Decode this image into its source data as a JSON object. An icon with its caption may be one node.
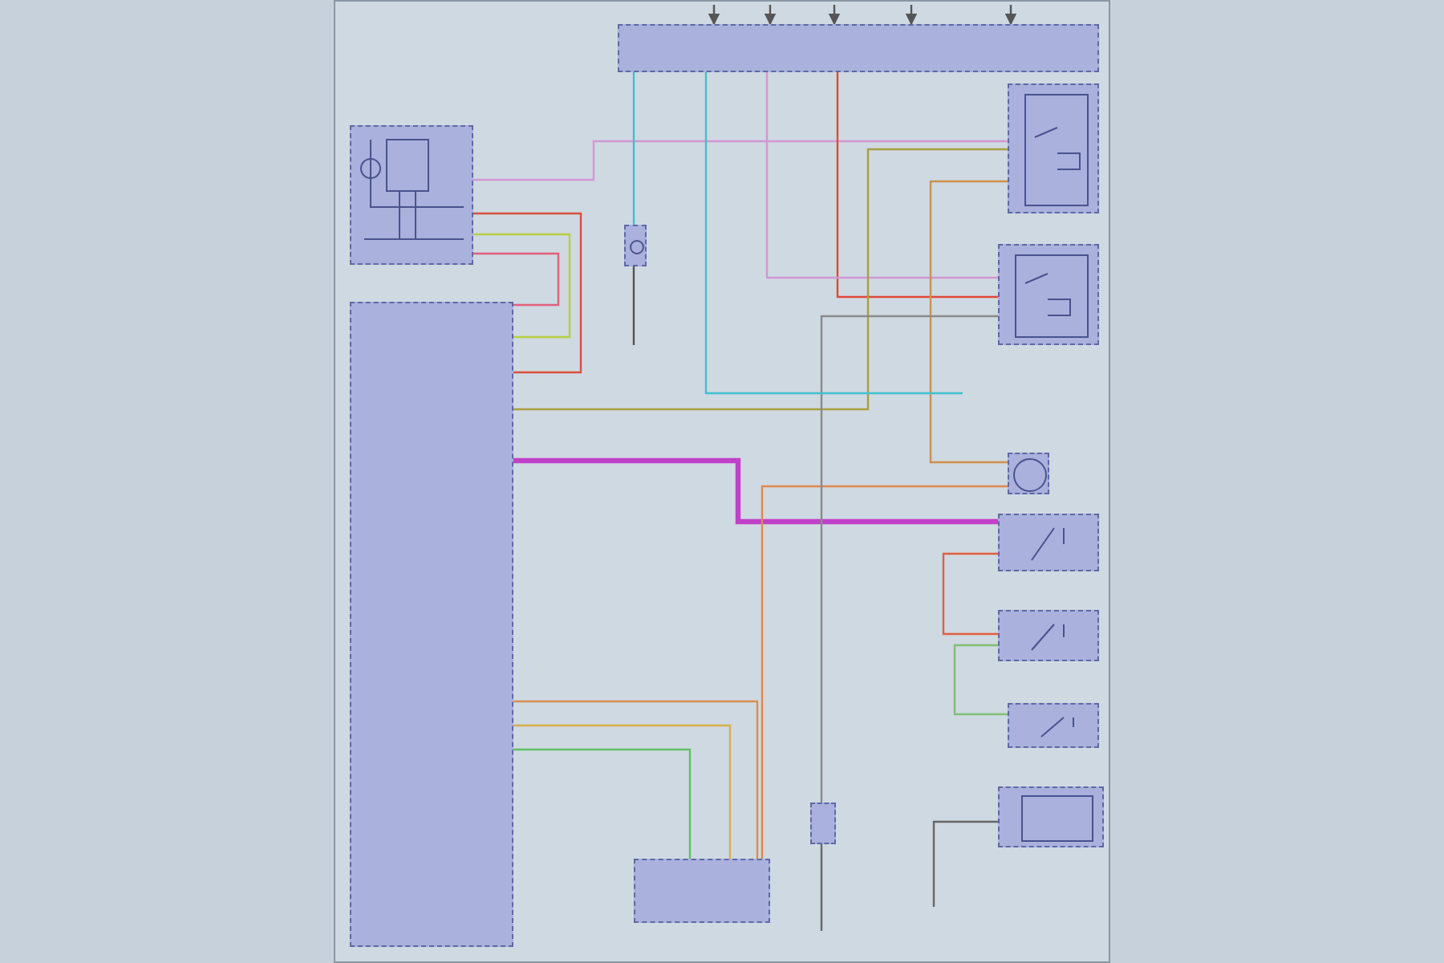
{
  "diagram": {
    "nodes": [
      {
        "text": [],
        "shape": "box"
      },
      {
        "text": [],
        "shape": "box"
      },
      {
        "text": [],
        "shape": "box"
      },
      {
        "text": [],
        "shape": "box"
      },
      {
        "text": [],
        "shape": "box"
      },
      {
        "text": [],
        "shape": "box"
      },
      {
        "text": [],
        "shape": "box"
      },
      {
        "text": [],
        "shape": "box"
      },
      {
        "text": [],
        "shape": "box"
      },
      {
        "text": [],
        "shape": "box"
      },
      {
        "text": [],
        "shape": "box"
      },
      {
        "text": [],
        "shape": "box"
      },
      {
        "text": [],
        "shape": "box"
      }
    ],
    "edges": [
      {
        "from": 3,
        "to": 4,
        "arrow": "none",
        "color": "#d8503c"
      },
      {
        "from": 3,
        "to": 4,
        "arrow": "none",
        "color": "#b8d040"
      },
      {
        "from": 3,
        "to": 4,
        "arrow": "none",
        "color": "#e0607a"
      },
      {
        "from": 3,
        "to": 1,
        "arrow": "none",
        "color": "#d496d4"
      },
      {
        "from": 0,
        "to": 5,
        "arrow": "none",
        "color": "#40c0d0"
      },
      {
        "from": 0,
        "to": 2,
        "arrow": "none",
        "color": "#e04838"
      },
      {
        "from": 0,
        "to": 2,
        "arrow": "none",
        "color": "#d496d4"
      },
      {
        "from": 1,
        "to": 4,
        "arrow": "none",
        "color": "#a8a040"
      },
      {
        "from": 1,
        "to": 6,
        "arrow": "none",
        "color": "#d09048"
      },
      {
        "from": 4,
        "to": 7,
        "arrow": "none",
        "style": "thick",
        "color": "#c040c8"
      },
      {
        "from": 6,
        "to": 11,
        "arrow": "none",
        "color": "#e08850"
      },
      {
        "from": 4,
        "to": 11,
        "arrow": "none",
        "color": "#d8b048"
      },
      {
        "from": 4,
        "to": 11,
        "arrow": "none",
        "color": "#60c060"
      },
      {
        "from": 4,
        "to": 11,
        "arrow": "none",
        "color": "#d89050"
      },
      {
        "from": 7,
        "to": 8,
        "arrow": "none",
        "color": "#e06040"
      },
      {
        "from": 8,
        "to": 9,
        "arrow": "none",
        "color": "#80c070"
      },
      {
        "from": 12,
        "to": 2,
        "arrow": "none",
        "color": "#8a8a8a"
      },
      {
        "from": 0,
        "to": null,
        "arrow": "none",
        "color": "#40c0d0"
      },
      {
        "from": 5,
        "to": null,
        "arrow": "none",
        "color": "#555555"
      },
      {
        "from": 10,
        "to": null,
        "arrow": "none",
        "color": "#666666"
      },
      {
        "from": 12,
        "to": null,
        "arrow": "none",
        "color": "#666666"
      },
      {
        "from": null,
        "to": 0,
        "arrow": "to",
        "color": "#555555"
      },
      {
        "from": null,
        "to": 0,
        "arrow": "to",
        "color": "#555555"
      },
      {
        "from": null,
        "to": 0,
        "arrow": "to",
        "color": "#555555"
      },
      {
        "from": null,
        "to": 0,
        "arrow": "to",
        "color": "#555555"
      },
      {
        "from": null,
        "to": 0,
        "arrow": "to",
        "color": "#555555"
      }
    ]
  }
}
